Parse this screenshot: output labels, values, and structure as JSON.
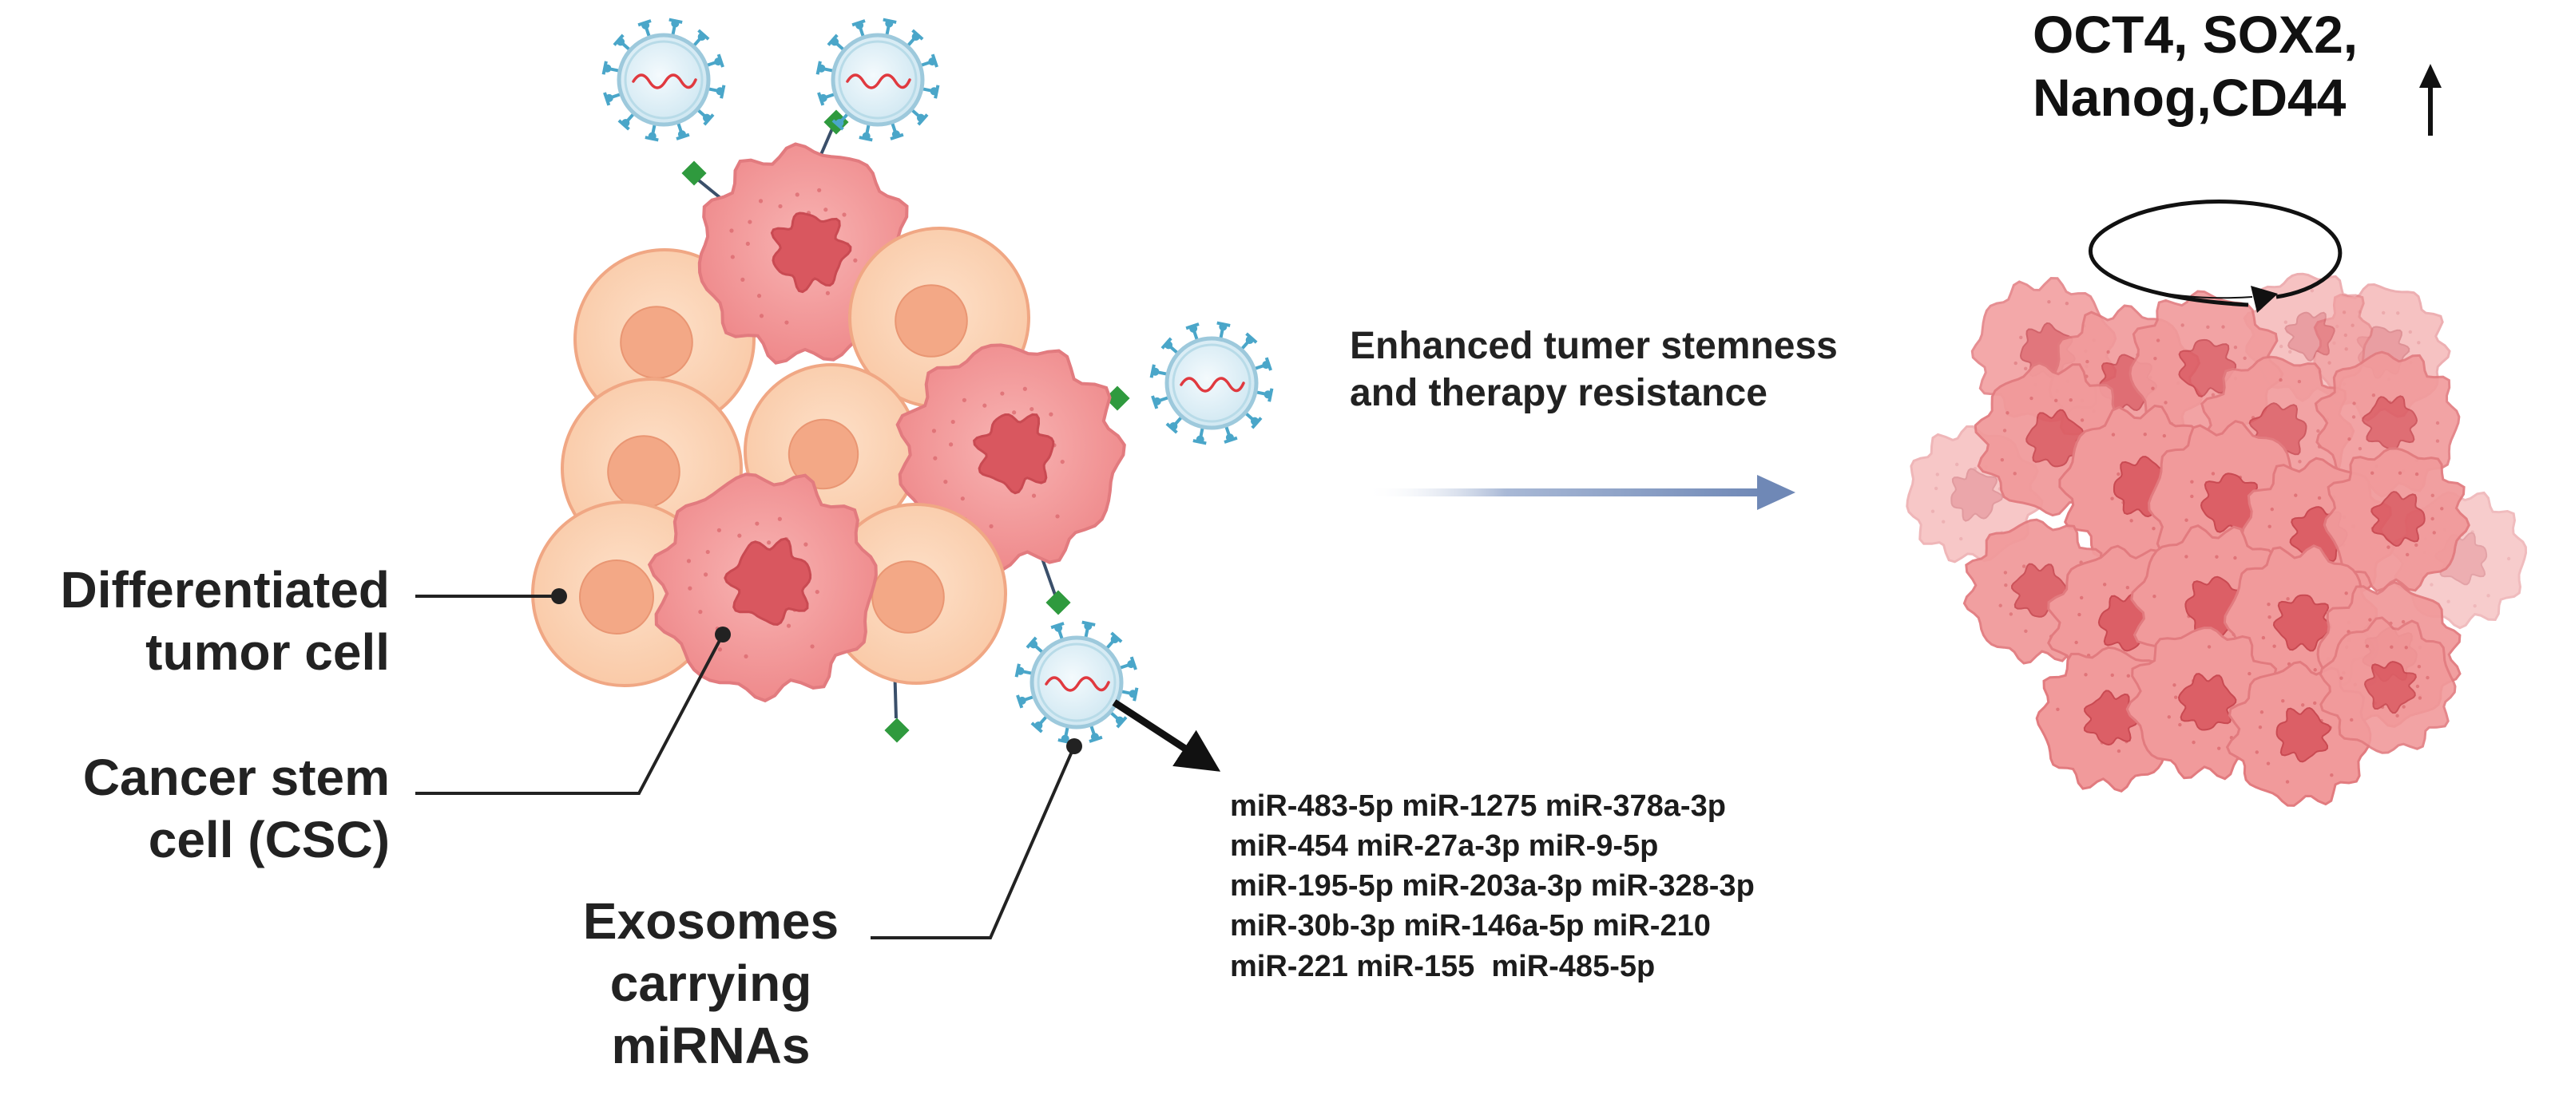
{
  "labels": {
    "differentiated_cell": [
      "Differentiated",
      "tumor cell"
    ],
    "cancer_stem_cell": [
      "Cancer stem",
      "cell (CSC)"
    ],
    "exosomes": [
      "Exosomes",
      "carrying",
      "miRNAs"
    ],
    "process": [
      "Enhanced tumer stemness",
      "and therapy resistance"
    ],
    "markers": [
      "OCT4, SOX2,",
      "Nanog,CD44"
    ]
  },
  "mirna_list": [
    "miR-483-5p miR-1275 miR-378a-3p",
    "miR-454 miR-27a-3p miR-9-5p",
    "miR-195-5p miR-203a-3p miR-328-3p",
    "miR-30b-3p miR-146a-5p miR-210",
    "miR-221 miR-155  miR-485-5p"
  ],
  "colors": {
    "differentiated_fill": "#fbd3b5",
    "differentiated_nucleus": "#f3a886",
    "csc_fill": "#f4999b",
    "csc_nucleus": "#d9575f",
    "exosome_fill": "#dff0f7",
    "exosome_spike": "#4aa6c9",
    "mirna_strand": "#e0393f",
    "receptor_green": "#2f9a3e",
    "process_arrow": "#7b92bd"
  }
}
